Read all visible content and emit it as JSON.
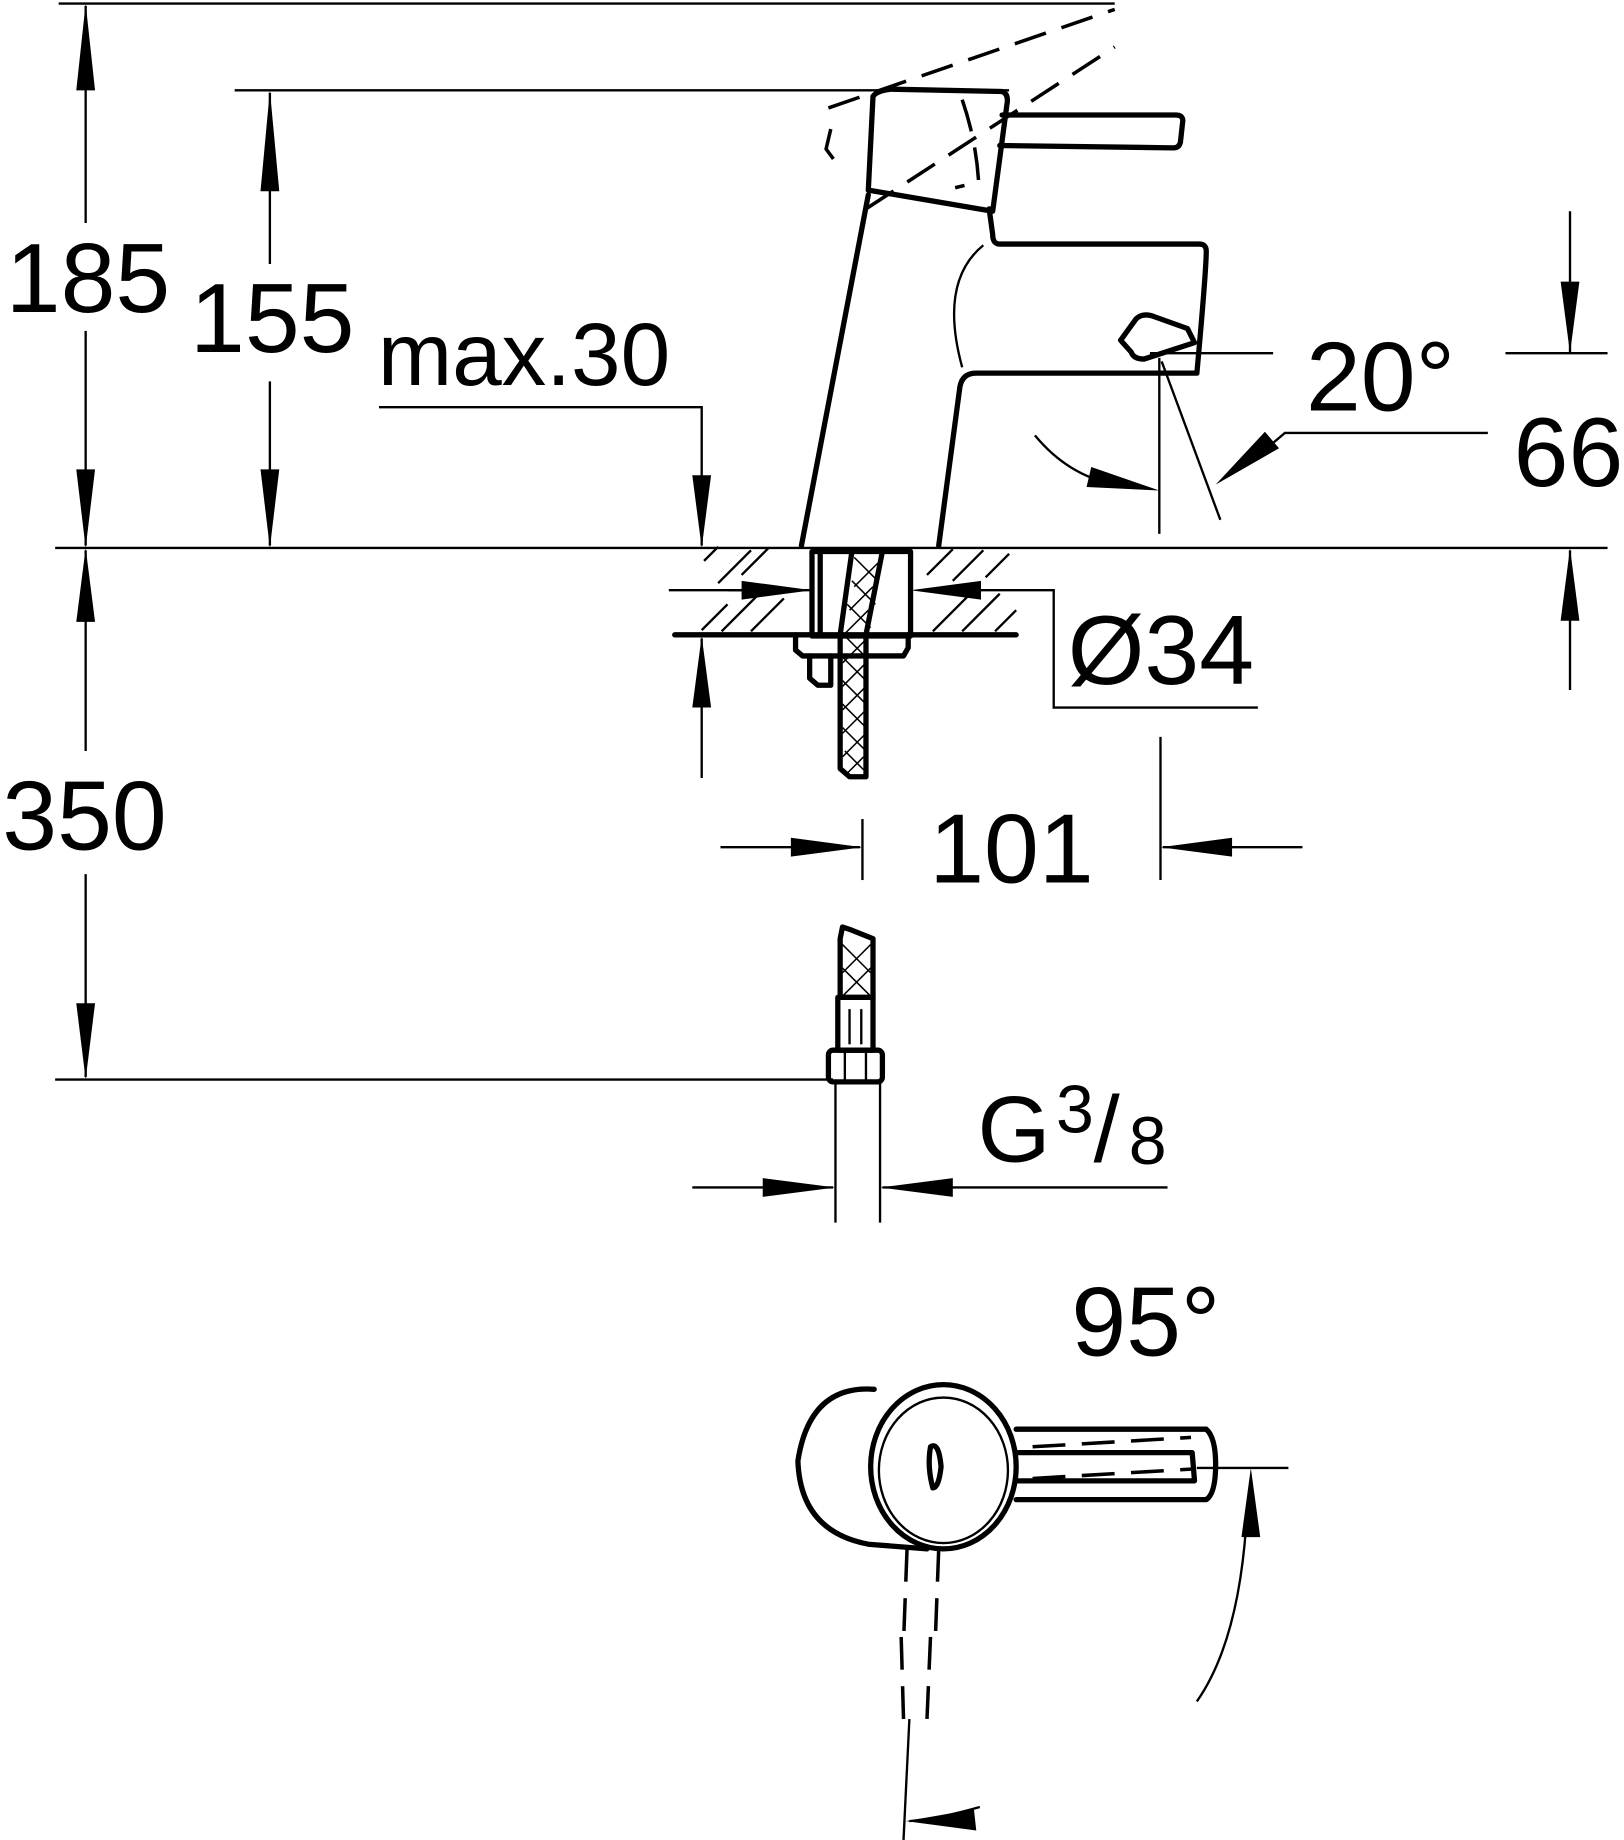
{
  "drawing": {
    "type": "technical dimension drawing",
    "subject": "single-lever basin mixer faucet (side view and top view)",
    "units": "mm",
    "line_color": "#000000",
    "background_color": "#ffffff"
  },
  "dimensions": {
    "total_height": "185",
    "spout_height": "155",
    "max_deck_thickness": "max.30",
    "spout_angle": "20°",
    "spout_outlet_height": "66",
    "hole_diameter": "Ø34",
    "hose_length": "350",
    "projection": "101",
    "connection_thread": {
      "letter": "G",
      "numerator": "3",
      "slash": "/",
      "denominator": "8"
    },
    "lever_rotation": "95°"
  }
}
